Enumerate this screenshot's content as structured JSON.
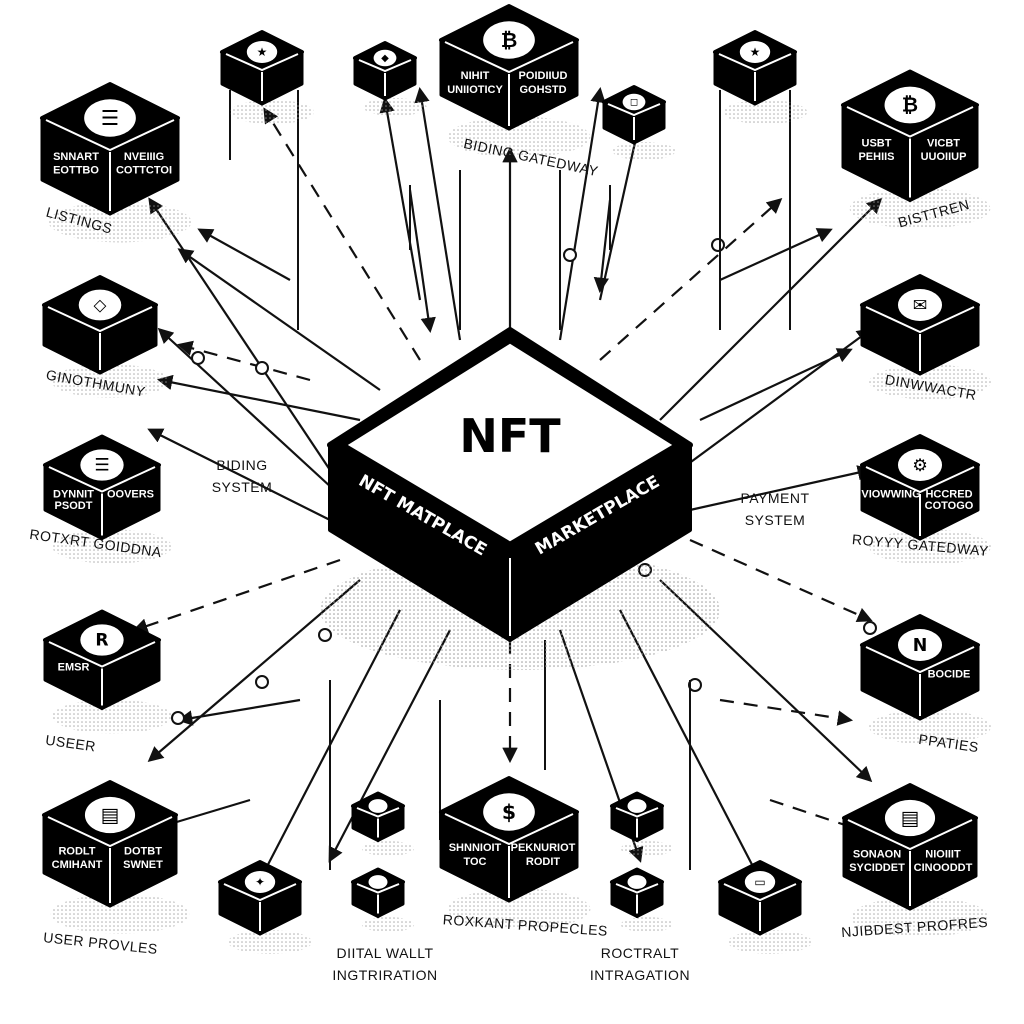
{
  "center": {
    "top_text": "NFT",
    "left_face": "NFT MATPLACE",
    "right_face": "MARKETPLACE"
  },
  "modules": [
    {
      "name": "listings",
      "left_face": [
        "SNNART",
        "EOTTBO"
      ],
      "right_face": [
        "NVEIIIG",
        "COTTCTOI"
      ],
      "icon": "document-icon",
      "glyph": "☰",
      "label": "LISTINGS"
    },
    {
      "name": "bidding-gateway",
      "left_face": [
        "NIHIT",
        "UNIIOTICY"
      ],
      "right_face": [
        "POIDIIUD",
        "GOHSTD"
      ],
      "icon": "coin-icon",
      "glyph": "₿",
      "label": "BIDING GATEDWAY"
    },
    {
      "name": "user-bistren",
      "left_face": [
        "USBT",
        "PEHIIS"
      ],
      "right_face": [
        "VICBT",
        "UUOIIUP"
      ],
      "icon": "coin-icon",
      "glyph": "₿",
      "label": "BISTTREN"
    },
    {
      "name": "ginothmuny",
      "left_face": [
        "",
        ""
      ],
      "right_face": [
        "",
        ""
      ],
      "icon": "tag-icon",
      "glyph": "◇",
      "label": "GINOTHMUNY"
    },
    {
      "name": "dinwwactr",
      "left_face": [
        "",
        ""
      ],
      "right_face": [
        "",
        ""
      ],
      "icon": "mail-icon",
      "glyph": "✉",
      "label": "DINWWACTR"
    },
    {
      "name": "rotxrt-goiddna",
      "left_face": [
        "DYNNIT",
        "PSODT"
      ],
      "right_face": [
        "OOVERS",
        ""
      ],
      "icon": "list-icon",
      "glyph": "☰",
      "label": "ROTXRT GOIDDNA"
    },
    {
      "name": "royyy-gateway",
      "left_face": [
        "VIOWWING",
        ""
      ],
      "right_face": [
        "HCCRED",
        "COTOGO"
      ],
      "icon": "gear-icon",
      "glyph": "⚙",
      "label": "ROYYY GATEDWAY"
    },
    {
      "name": "user",
      "left_face": [
        "EMSR",
        ""
      ],
      "right_face": [
        "",
        ""
      ],
      "icon": "registered-icon",
      "glyph": "R",
      "label": "USEER"
    },
    {
      "name": "ppaties",
      "left_face": [
        "",
        ""
      ],
      "right_face": [
        "BOCIDE",
        ""
      ],
      "icon": "n-icon",
      "glyph": "N",
      "label": "PPATIES"
    },
    {
      "name": "user-profiles",
      "left_face": [
        "RODLT",
        "CMIHANT"
      ],
      "right_face": [
        "DOTBT",
        "SWNET"
      ],
      "icon": "card-icon",
      "glyph": "▤",
      "label": "USER PROVLES"
    },
    {
      "name": "rockant-properties",
      "left_face": [
        "SHNNIOIT",
        "TOC"
      ],
      "right_face": [
        "PEKNURIOT",
        "RODIT"
      ],
      "icon": "dollar-icon",
      "glyph": "$",
      "label": "ROXKANT PROPECLES"
    },
    {
      "name": "njibdest-profiles",
      "left_face": [
        "SONAON",
        "SYCIDDET"
      ],
      "right_face": [
        "NIOIIIT",
        "CINOODDT"
      ],
      "icon": "card-icon",
      "glyph": "▤",
      "label": "NJIBDEST PROFRES"
    }
  ],
  "free_labels": {
    "bidding_system": [
      "BIDING",
      "SYSTEM"
    ],
    "payment_system": [
      "PAYMENT",
      "SYSTEM"
    ],
    "digital_wallet": [
      "DIITAL WALLT",
      "INGTRIRATION"
    ],
    "contract_integration": [
      "ROCTRALT",
      "INTRAGATION"
    ]
  },
  "small_node_icons": [
    "star-icon",
    "square-icon",
    "star-icon",
    "square-icon",
    "plus-icon",
    "square-icon",
    "square-icon",
    "square-icon",
    "square-icon",
    "toggle-icon"
  ]
}
